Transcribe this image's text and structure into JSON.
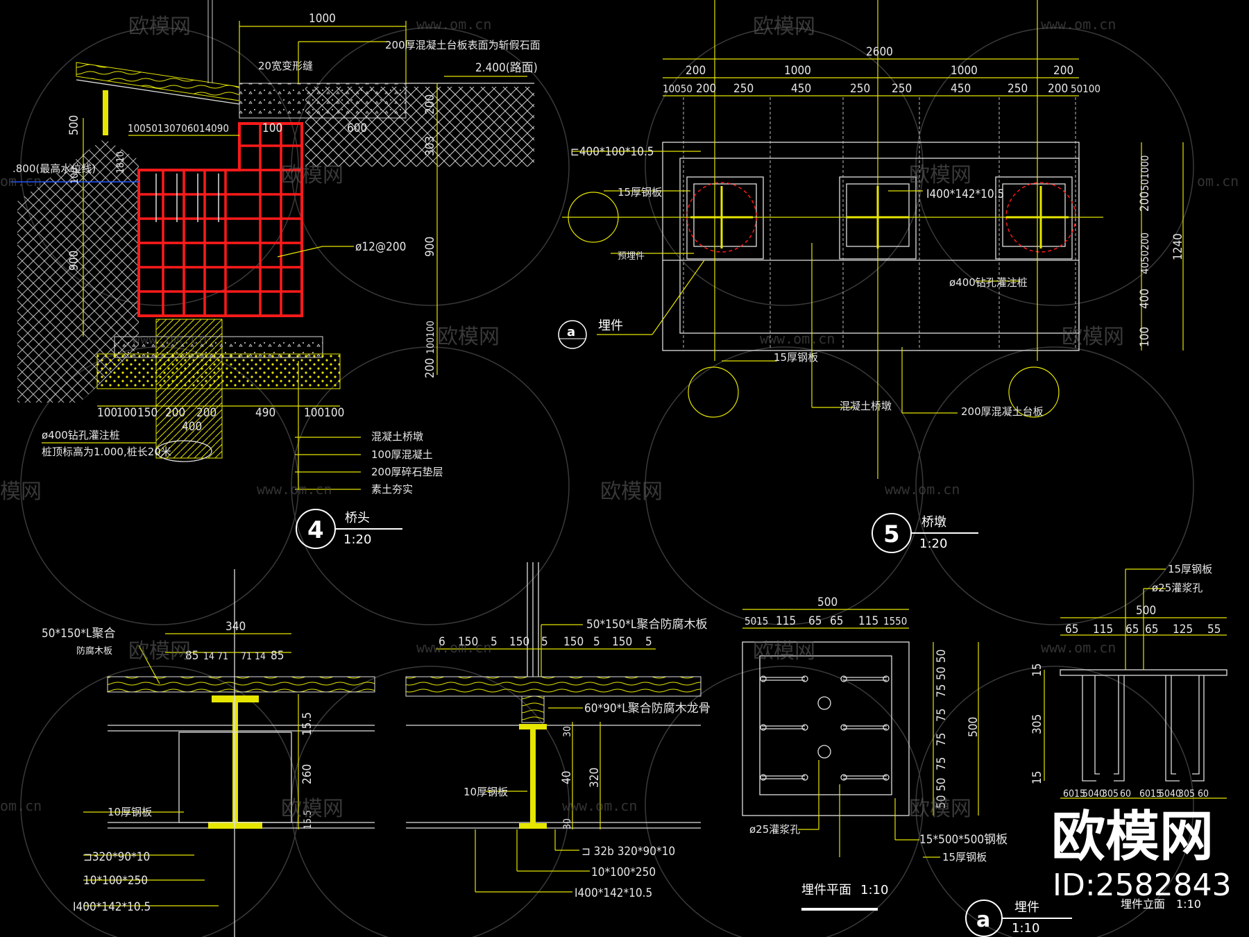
{
  "watermark": {
    "brand": "欧模网",
    "url": "www.om.cn",
    "url_cut": "om.cn",
    "brand_cut": "模网",
    "big_brand": "欧模网",
    "id": "ID:2582843"
  },
  "detail4": {
    "num": "4",
    "name": "桥头",
    "scale": "1:20",
    "dims_top": [
      "1000",
      "100",
      "600"
    ],
    "dims_mid": [
      "10050130706014090"
    ],
    "dims_bottom": [
      "100",
      "100",
      "150",
      "200",
      "200",
      "490",
      "100100",
      "400"
    ],
    "dims_left": [
      "500",
      "1810",
      "100",
      "900"
    ],
    "dims_right": [
      "200",
      "303",
      "900",
      "100100",
      "200"
    ],
    "notes": {
      "joint": "20宽变形缝",
      "slab": "200厚混凝土台板表面为斩假石面",
      "level": "2.400(路面)",
      "water": ".800(最高水位线)",
      "rebar": "ø12@200",
      "pile": "ø400钻孔灌注桩",
      "pile2": "桩顶标高为1.000,桩长20米",
      "abut": "混凝土桥墩",
      "c100": "100厚混凝土",
      "gravel": "200厚碎石垫层",
      "soil": "素土夯实"
    }
  },
  "detail5": {
    "num": "5",
    "name": "桥墩",
    "scale": "1:20",
    "dims_top_total": "2600",
    "dims_top": [
      "200",
      "1000",
      "1000",
      "200"
    ],
    "dims_top2": [
      "10050",
      "200",
      "250",
      "450",
      "250",
      "250",
      "450",
      "250",
      "200",
      "50100"
    ],
    "dims_right": [
      "501000",
      "200",
      "4050200",
      "400",
      "100",
      "1240"
    ],
    "notes": {
      "channel": "⊏400*100*10.5",
      "plate1": "15厚钢板",
      "ibeam": "I400*142*10.5",
      "embed_note": "预埋件",
      "bored": "ø400钻孔灌注桩",
      "embed_tag": "a",
      "embed": "埋件",
      "plate2": "15厚钢板",
      "pier": "混凝土桥墩",
      "slab": "200厚混凝土台板"
    }
  },
  "sec1": {
    "dims_top": "340",
    "dims": [
      "85",
      "14",
      "71",
      "71",
      "14",
      "85"
    ],
    "right": [
      "15.5",
      "260",
      "15.5"
    ],
    "notes": {
      "board": "50*150*L聚合",
      "board2": "防腐木板",
      "plate": "10厚钢板",
      "c": "⊐320*90*10",
      "p": "10*100*250",
      "i": "I400*142*10.5"
    }
  },
  "sec2": {
    "dims": [
      "6",
      "150",
      "5",
      "150",
      "5",
      "150",
      "5",
      "150",
      "5"
    ],
    "right": [
      "30",
      "40",
      "320",
      "30"
    ],
    "notes": {
      "board": "50*150*L聚合防腐木板",
      "joist": "60*90*L聚合防腐木龙骨",
      "plate": "10厚钢板",
      "c": "⊐ 32b 320*90*10",
      "p": "10*100*250",
      "i": "I400*142*10.5"
    }
  },
  "plan": {
    "dims_top": "500",
    "dims": [
      "5015",
      "115",
      "65",
      "65",
      "115",
      "1550"
    ],
    "right": [
      "50",
      "50",
      "75",
      "75",
      "75",
      "75",
      "50",
      "50"
    ],
    "right_total": "500",
    "notes": {
      "hole": "ø25灌浆孔",
      "plate": "15*500*500钢板",
      "plate2": "15厚钢板"
    },
    "title": "埋件平面",
    "scale": "1:10"
  },
  "elev": {
    "dims_top": "500",
    "dims": [
      "65",
      "115",
      "65",
      "65",
      "125",
      "55"
    ],
    "left": [
      "15",
      "305",
      "15"
    ],
    "bottom": [
      "6015",
      "5040",
      "305",
      "60",
      "6015",
      "5040",
      "305",
      "60"
    ],
    "notes": {
      "plate": "15厚钢板",
      "hole": "ø25灌浆孔"
    },
    "title": "埋件立面",
    "scale": "1:10"
  },
  "detailA": {
    "tag": "a",
    "name": "埋件",
    "scale": "1:10"
  }
}
